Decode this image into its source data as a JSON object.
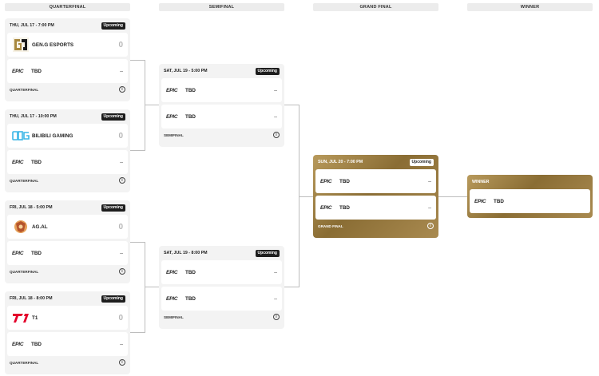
{
  "headers": {
    "quarterfinal": "QUARTERFINAL",
    "semifinal": "SEMIFINAL",
    "grand_final": "GRAND FINAL",
    "winner": "WINNER"
  },
  "quarterfinals": [
    {
      "time": "THU, JUL 17 - 7:00 PM",
      "status": "Upcoming",
      "team1": {
        "name": "GEN.G ESPORTS",
        "score": "0",
        "logo": "geng-logo"
      },
      "team2": {
        "name": "TBD",
        "score": "–",
        "logo": "epic-logo"
      },
      "round": "QUARTERFINAL"
    },
    {
      "time": "THU, JUL 17 - 10:00 PM",
      "status": "Upcoming",
      "team1": {
        "name": "BILIBILI GAMING",
        "score": "0",
        "logo": "blg-logo"
      },
      "team2": {
        "name": "TBD",
        "score": "–",
        "logo": "epic-logo"
      },
      "round": "QUARTERFINAL"
    },
    {
      "time": "FRI, JUL 18 - 5:00 PM",
      "status": "Upcoming",
      "team1": {
        "name": "AG.AL",
        "score": "0",
        "logo": "agal-logo"
      },
      "team2": {
        "name": "TBD",
        "score": "–",
        "logo": "epic-logo"
      },
      "round": "QUARTERFINAL"
    },
    {
      "time": "FRI, JUL 18 - 8:00 PM",
      "status": "Upcoming",
      "team1": {
        "name": "T1",
        "score": "0",
        "logo": "t1-logo"
      },
      "team2": {
        "name": "TBD",
        "score": "–",
        "logo": "epic-logo"
      },
      "round": "QUARTERFINAL"
    }
  ],
  "semifinals": [
    {
      "time": "SAT, JUL 19 - 5:00 PM",
      "status": "Upcoming",
      "team1": {
        "name": "TBD",
        "score": "–"
      },
      "team2": {
        "name": "TBD",
        "score": "–"
      },
      "round": "SEMIFINAL"
    },
    {
      "time": "SAT, JUL 19 - 8:00 PM",
      "status": "Upcoming",
      "team1": {
        "name": "TBD",
        "score": "–"
      },
      "team2": {
        "name": "TBD",
        "score": "–"
      },
      "round": "SEMIFINAL"
    }
  ],
  "grand_final": {
    "time": "SUN, JUL 20 - 7:00 PM",
    "status": "Upcoming",
    "team1": {
      "name": "TBD",
      "score": "–"
    },
    "team2": {
      "name": "TBD",
      "score": "–"
    },
    "round": "GRAND FINAL"
  },
  "winner": {
    "label": "WINNER",
    "team": "TBD"
  },
  "placeholder_logo_text": "EPIC",
  "info_glyph": "i",
  "colors": {
    "gold": "#a3854a",
    "card_bg": "#f3f3f3",
    "badge": "#1d1d1d",
    "connector": "#bdbdbd"
  }
}
